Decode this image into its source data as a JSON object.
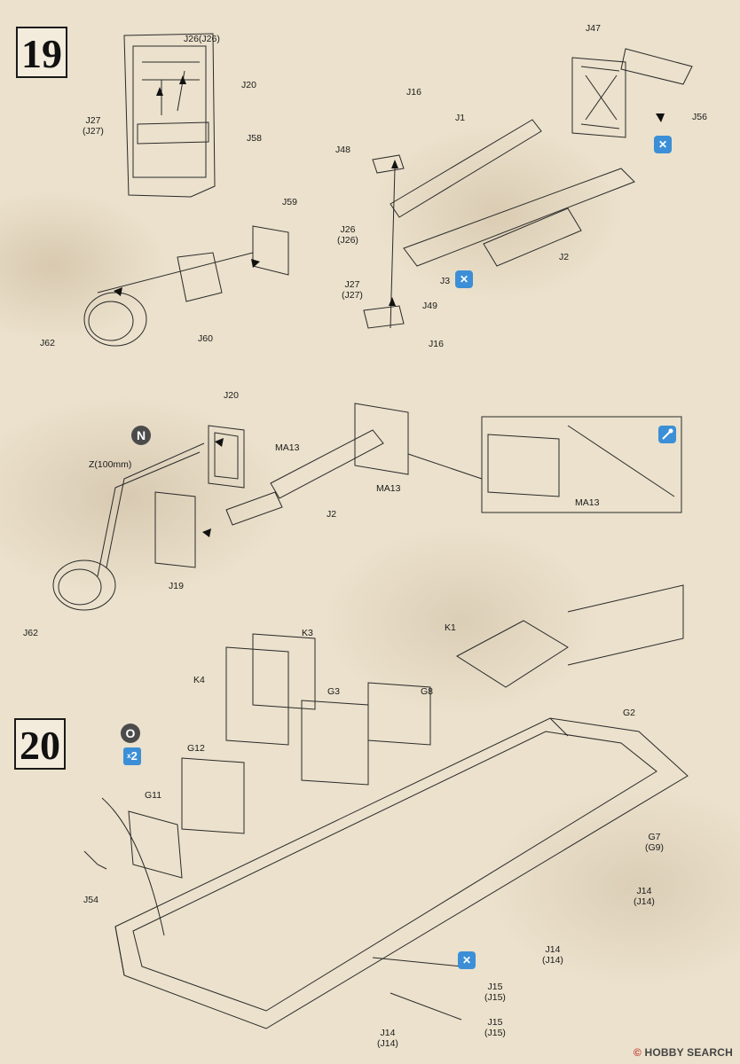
{
  "steps": {
    "step19": "19",
    "step20": "20"
  },
  "labels19": {
    "j26a": "J26(J26)",
    "j20a": "J20",
    "j27a": "J27",
    "j27a_alt": "(J27)",
    "j58": "J58",
    "j47": "J47",
    "j56": "J56",
    "j16a": "J16",
    "j1": "J1",
    "j48": "J48",
    "j59": "J59",
    "j26b": "J26",
    "j26b_alt": "(J26)",
    "j2a": "J2",
    "j27b": "J27",
    "j27b_alt": "(J27)",
    "j3": "J3",
    "j49": "J49",
    "j16b": "J16",
    "j62a": "J62",
    "j60": "J60",
    "j20b": "J20",
    "ma13a": "MA13",
    "ma13b": "MA13",
    "ma13c": "MA13",
    "z": "Z(100mm)",
    "j2b": "J2",
    "j19": "J19",
    "j62b": "J62"
  },
  "labels20": {
    "k3": "K3",
    "k1": "K1",
    "k4": "K4",
    "g3": "G3",
    "g8": "G8",
    "g2": "G2",
    "g12": "G12",
    "g11": "G11",
    "g7": "G7",
    "g7_alt": "(G9)",
    "j54": "J54",
    "j14a": "J14",
    "j14a_alt": "(J14)",
    "j14b": "J14",
    "j14b_alt": "(J14)",
    "j15a": "J15",
    "j15a_alt": "(J15)",
    "j15b": "J15",
    "j15b_alt": "(J15)",
    "j14c": "J14",
    "j14c_alt": "(J14)"
  },
  "badges": {
    "n": "N",
    "o": "O",
    "x2": "2",
    "x2_prefix": "x"
  },
  "watermark": {
    "brand": "HOBBY SEARCH",
    "symbol": "©"
  },
  "colors": {
    "paper": "#ebe1cc",
    "ink": "#1a1a1a",
    "accent_blue": "#3c8fd6"
  }
}
